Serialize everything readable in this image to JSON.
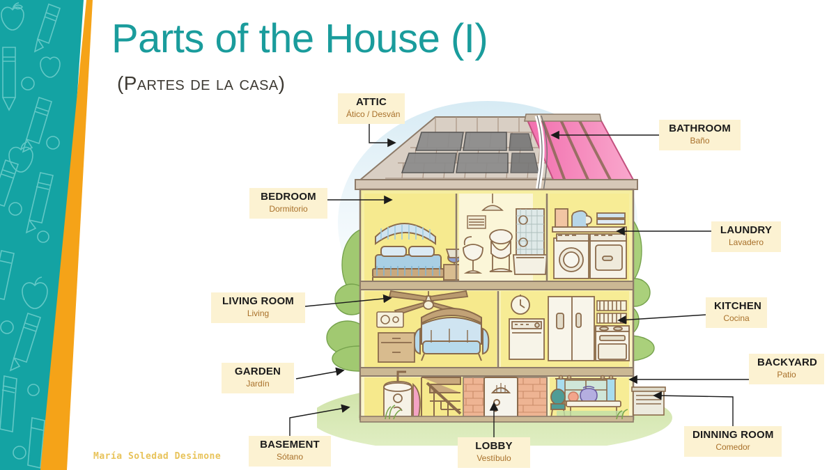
{
  "slide": {
    "title": "Parts of the House (I)",
    "subtitle": "(Partes de la casa)",
    "signature": "María Soledad Desimone",
    "accent_teal": "#1a9c9c",
    "accent_orange": "#f5a318",
    "label_bg": "#fcf2d2",
    "label_en_color": "#1b1b1b",
    "label_es_color": "#a8702a"
  },
  "labels": [
    {
      "id": "attic",
      "en": "ATTIC",
      "es": "Ático / Desván"
    },
    {
      "id": "bathroom",
      "en": "BATHROOM",
      "es": "Baño"
    },
    {
      "id": "bedroom",
      "en": "BEDROOM",
      "es": "Dormitorio"
    },
    {
      "id": "laundry",
      "en": "LAUNDRY",
      "es": "Lavadero"
    },
    {
      "id": "living-room",
      "en": "LIVING ROOM",
      "es": "Living"
    },
    {
      "id": "kitchen",
      "en": "KITCHEN",
      "es": "Cocina"
    },
    {
      "id": "garden",
      "en": "GARDEN",
      "es": "Jardín"
    },
    {
      "id": "backyard",
      "en": "BACKYARD",
      "es": "Patio"
    },
    {
      "id": "basement",
      "en": "BASEMENT",
      "es": "Sótano"
    },
    {
      "id": "lobby",
      "en": "LOBBY",
      "es": "Vestíbulo"
    },
    {
      "id": "dinning-room",
      "en": "DINNING ROOM",
      "es": "Comedor"
    }
  ],
  "illustration": {
    "name": "cutaway-house-illustration",
    "rooms": [
      "attic",
      "bathroom",
      "bedroom",
      "laundry",
      "living room",
      "kitchen",
      "basement",
      "lobby",
      "dinning room"
    ],
    "outdoor": [
      "garden",
      "backyard",
      "trees",
      "lawn"
    ]
  }
}
